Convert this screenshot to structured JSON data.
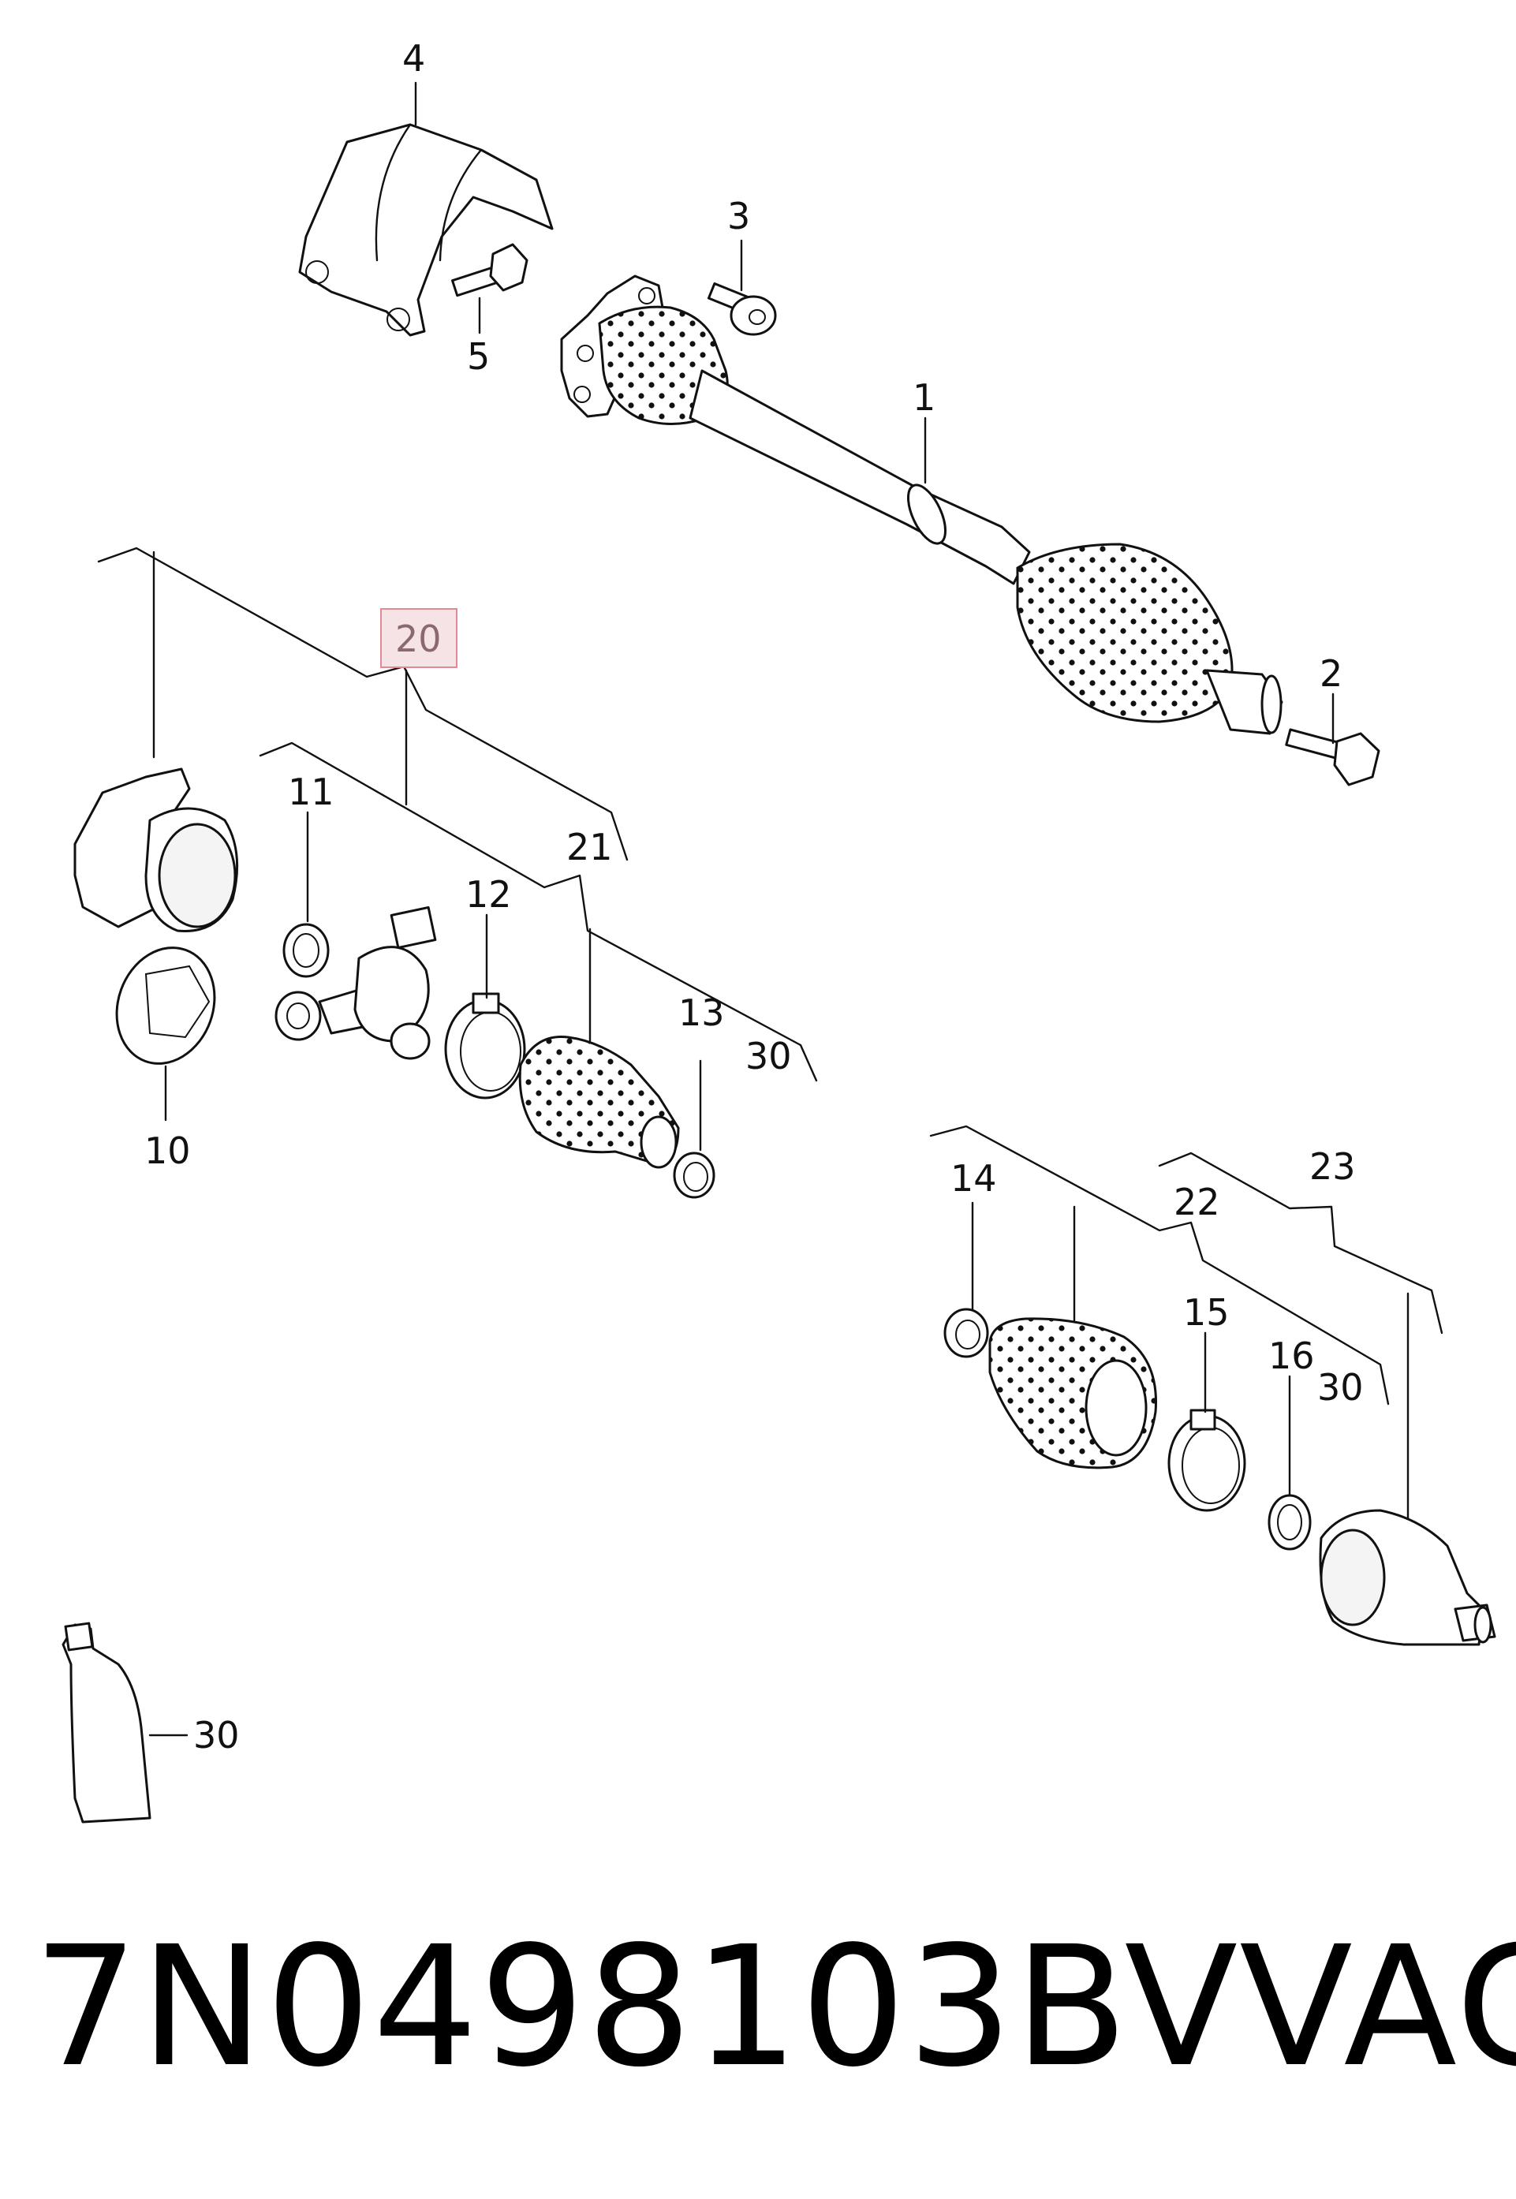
{
  "diagram": {
    "labels": {
      "l1": "1",
      "l2": "2",
      "l3": "3",
      "l4": "4",
      "l5": "5",
      "l10": "10",
      "l11": "11",
      "l12": "12",
      "l13": "13",
      "l14": "14",
      "l15": "15",
      "l16": "16",
      "l20": "20",
      "l21": "21",
      "l22": "22",
      "l23": "23",
      "l30a": "30",
      "l30b": "30",
      "l30c": "30"
    }
  },
  "footer": {
    "part_number": "7N0498103BV",
    "brand": "VAG"
  },
  "colors": {
    "line": "#111111",
    "highlight_fill": "#f6e3e6",
    "highlight_border": "#e08a95"
  }
}
